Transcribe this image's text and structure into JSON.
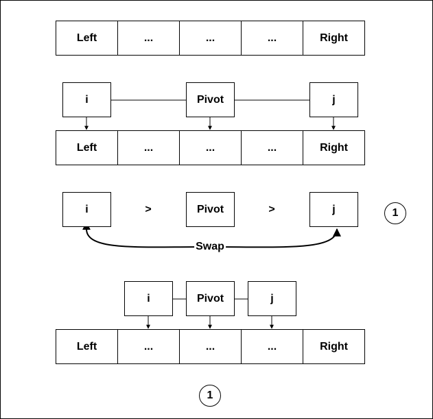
{
  "rows": [
    [
      "Left",
      "...",
      "...",
      "...",
      "Right"
    ],
    [
      "Left",
      "...",
      "...",
      "...",
      "Right"
    ],
    [
      "Left",
      "...",
      "...",
      "...",
      "Right"
    ]
  ],
  "pointers": {
    "i": "i",
    "pivot": "Pivot",
    "j": "j"
  },
  "comparison": {
    "i": "i",
    "gt1": ">",
    "pivot": "Pivot",
    "gt2": ">",
    "j": "j"
  },
  "swap_label": "Swap",
  "step_markers": [
    "1",
    "1"
  ]
}
